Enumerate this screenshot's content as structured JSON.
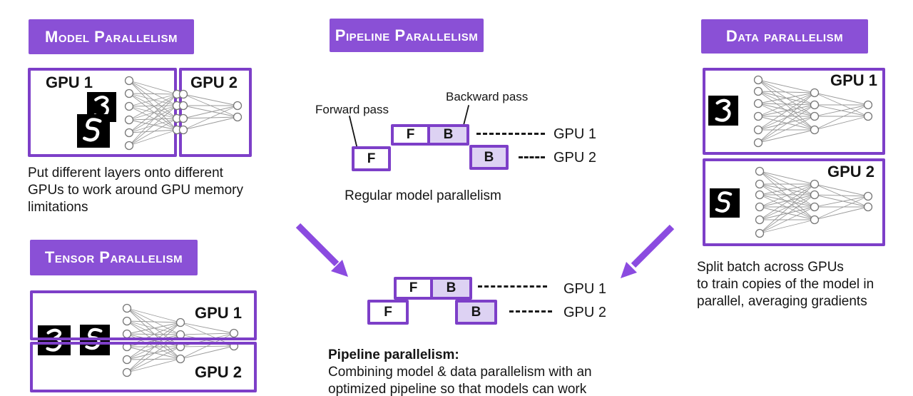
{
  "colors": {
    "accent_purple": "#8a50d6",
    "box_border_purple": "#7d3fc8",
    "arrow_purple": "#8b4be0",
    "backward_box_fill": "#ddd2f3",
    "text_dark": "#151515"
  },
  "model": {
    "title": "Model Parallelism",
    "gpu1_label": "GPU 1",
    "gpu2_label": "GPU 2",
    "digit1": "3",
    "digit2": "5",
    "caption_lines": [
      "Put different layers onto different",
      "GPUs to work around GPU memory",
      "limitations"
    ]
  },
  "pipeline": {
    "title": "Pipeline Parallelism",
    "forward_label": "Forward pass",
    "backward_label": "Backward pass",
    "f_label": "F",
    "b_label": "B",
    "gpu1_label": "GPU 1",
    "gpu2_label": "GPU 2",
    "caption": "Regular model parallelism"
  },
  "pipeline_optimized": {
    "f_label": "F",
    "b_label": "B",
    "gpu1_label": "GPU 1",
    "gpu2_label": "GPU 2",
    "caption_title": "Pipeline parallelism:",
    "caption_lines": [
      "Combining model & data parallelism with an",
      "optimized pipeline so that models can work"
    ]
  },
  "data_parallelism": {
    "title": "Data parallelism",
    "gpu1_label": "GPU 1",
    "gpu2_label": "GPU 2",
    "digit1": "3",
    "digit2": "5",
    "caption_lines": [
      "Split batch across GPUs",
      "to train copies of the model in",
      "parallel, averaging gradients"
    ]
  },
  "tensor": {
    "title": "Tensor Parallelism",
    "gpu1_label": "GPU 1",
    "gpu2_label": "GPU 2",
    "digit1": "3",
    "digit2": "5"
  }
}
